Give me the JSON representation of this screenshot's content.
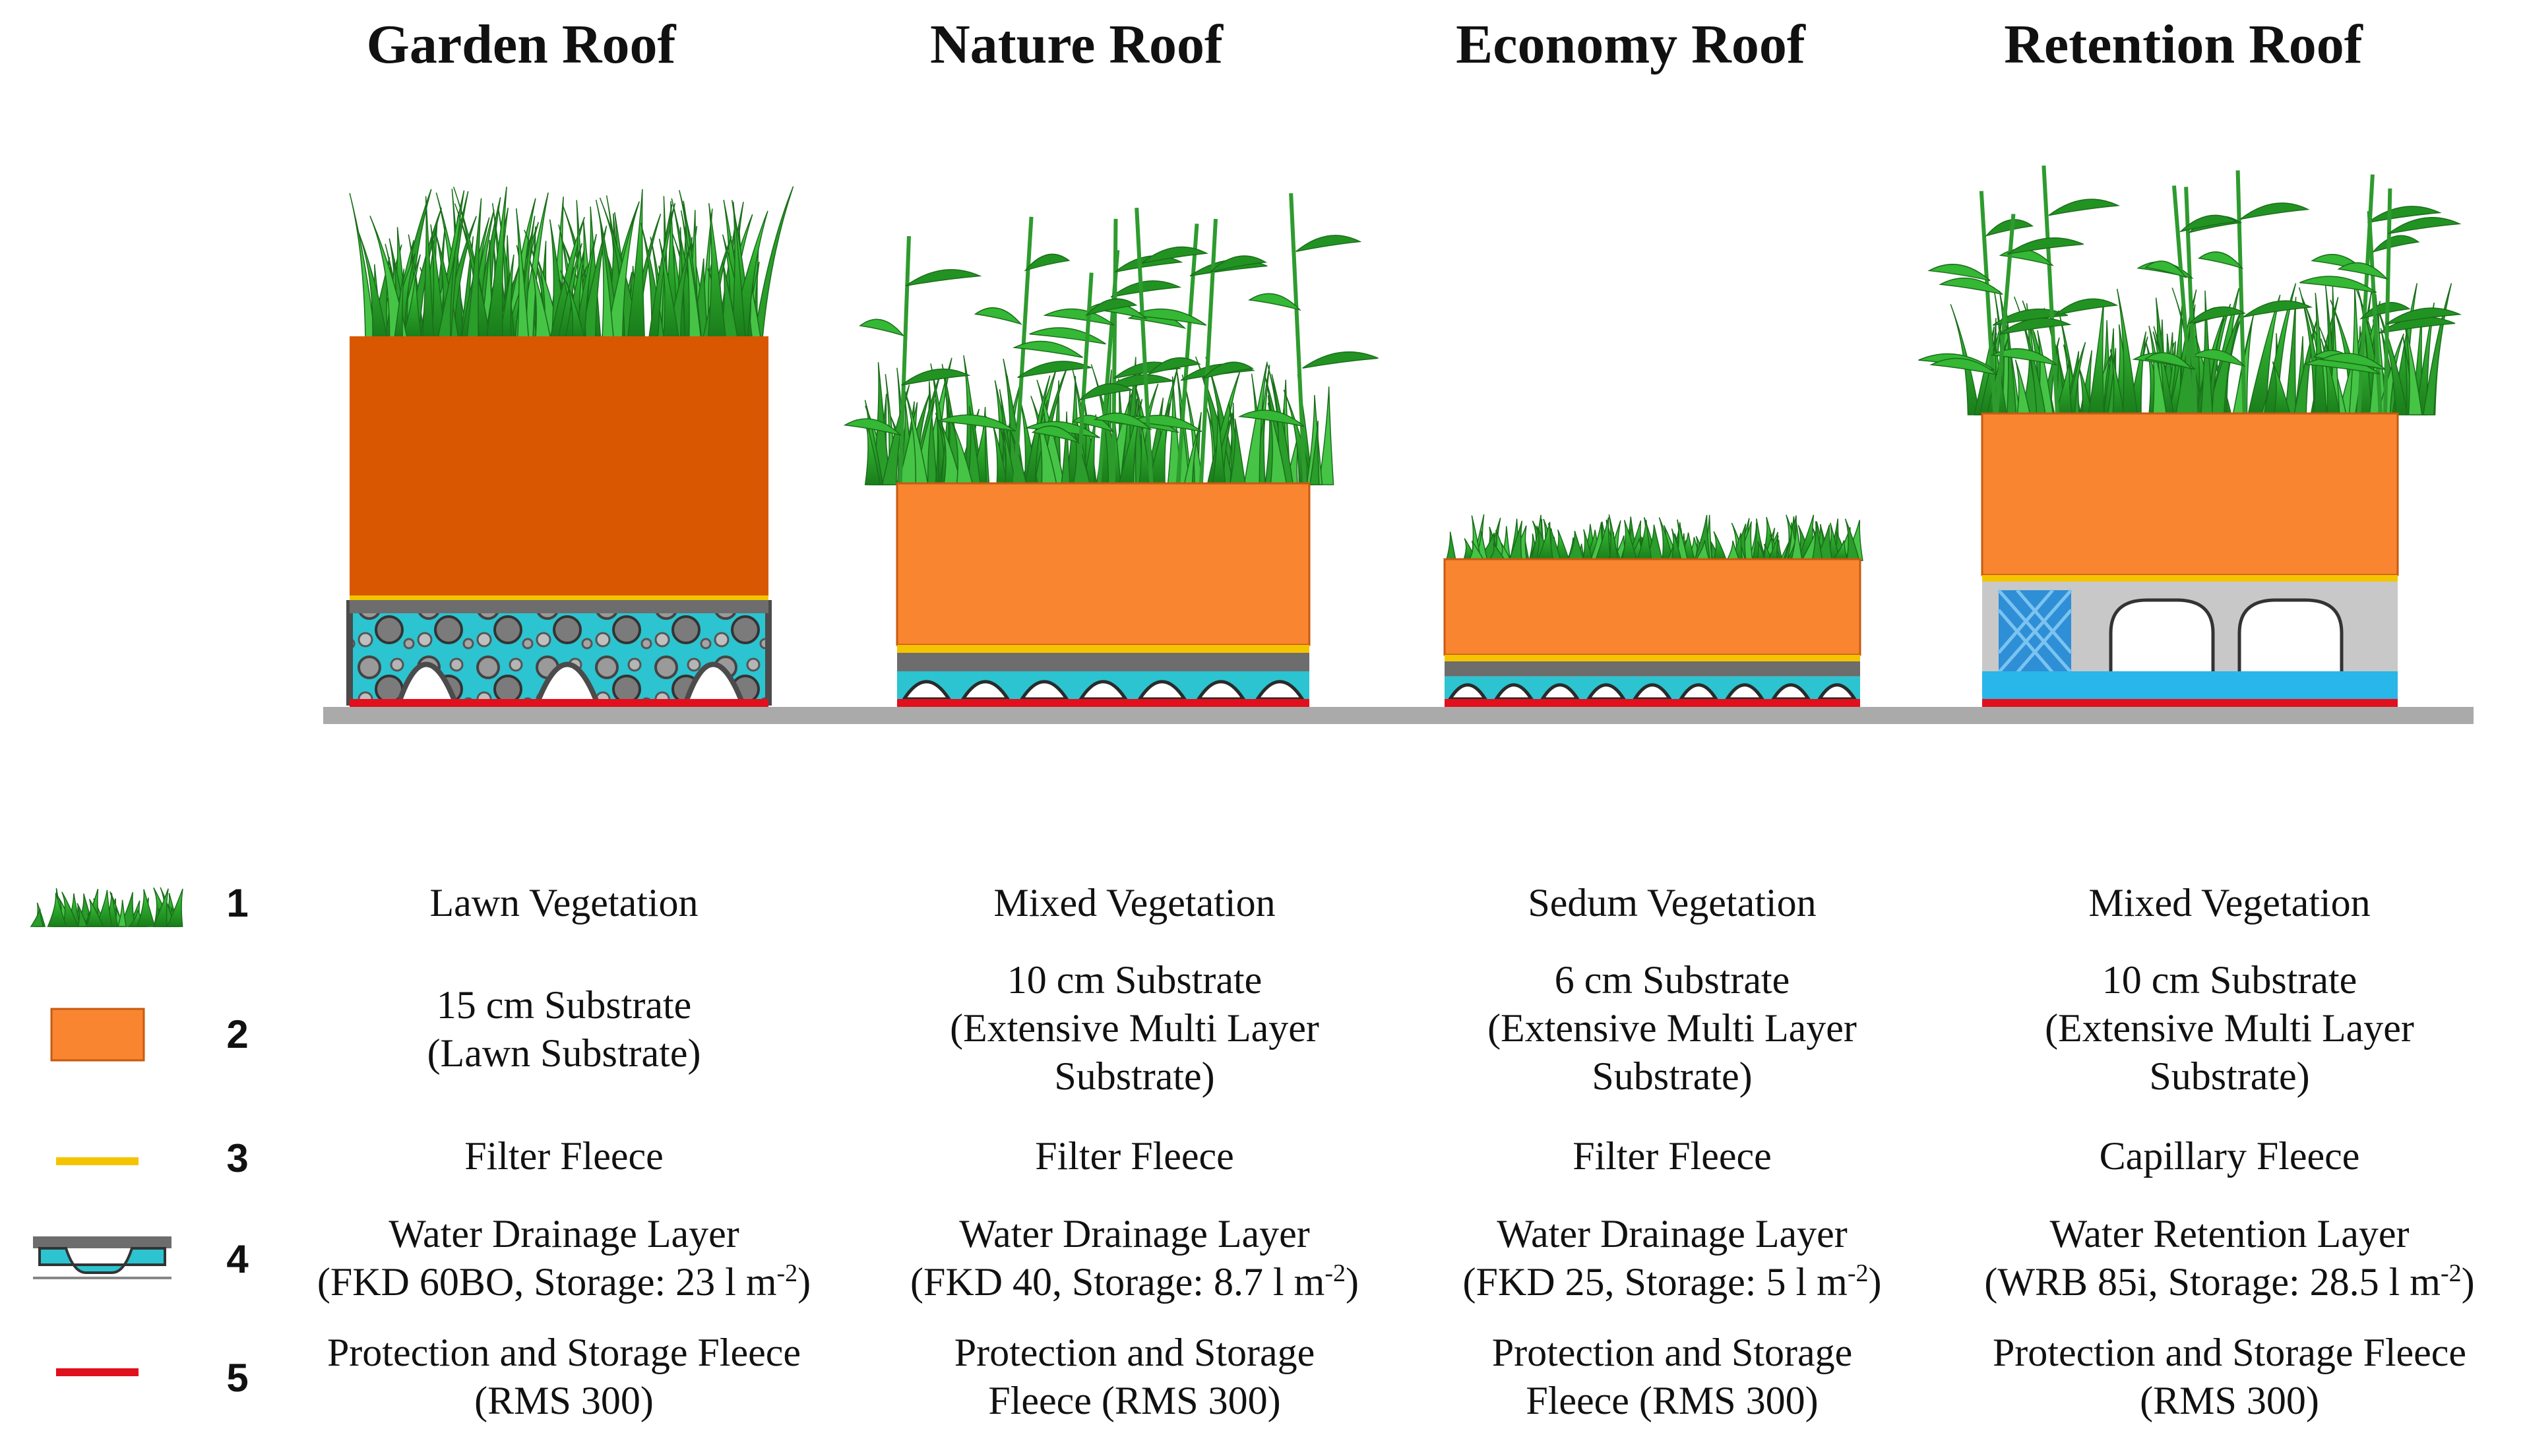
{
  "roofs": [
    {
      "title": "Garden Roof"
    },
    {
      "title": "Nature Roof"
    },
    {
      "title": "Economy Roof"
    },
    {
      "title": "Retention Roof"
    }
  ],
  "legend": {
    "numbers": [
      "1",
      "2",
      "3",
      "4",
      "5"
    ],
    "rows": [
      [
        "Lawn Vegetation",
        "Mixed Vegetation",
        "Sedum Vegetation",
        "Mixed Vegetation"
      ],
      [
        [
          "15 cm Substrate",
          "(Lawn Substrate)"
        ],
        [
          "10 cm Substrate",
          "(Extensive Multi Layer",
          "Substrate)"
        ],
        [
          "6 cm Substrate",
          "(Extensive Multi Layer",
          "Substrate)"
        ],
        [
          "10 cm Substrate",
          "(Extensive Multi Layer",
          "Substrate)"
        ]
      ],
      [
        "Filter Fleece",
        "Filter Fleece",
        "Filter Fleece",
        "Capillary Fleece"
      ],
      [
        [
          "Water Drainage Layer",
          "(FKD 60BO, Storage: 23 l m",
          ")"
        ],
        [
          "Water Drainage Layer",
          "(FKD 40, Storage: 8.7 l m",
          ")"
        ],
        [
          "Water Drainage Layer",
          "(FKD 25, Storage: 5 l m",
          ")"
        ],
        [
          "Water Retention Layer",
          "(WRB 85i, Storage: 28.5 l m",
          ")"
        ]
      ],
      [
        [
          "Protection and Storage Fleece",
          "(RMS 300)"
        ],
        [
          "Protection and Storage",
          "Fleece (RMS 300)"
        ],
        [
          "Protection and Storage",
          "Fleece (RMS 300)"
        ],
        [
          "Protection and Storage Fleece",
          "(RMS 300)"
        ]
      ]
    ],
    "unit_exponent": "-2"
  },
  "colors": {
    "grass_dark": "#1f8a1f",
    "grass_light": "#3fc03f",
    "substrate_dark": "#d95700",
    "substrate": "#f98531",
    "filter_fleece": "#f5c400",
    "drainage_grey": "#6d6d6d",
    "water": "#2bc4d0",
    "retention_water": "#29b6e8",
    "protection_fleece": "#e0101c",
    "base": "#aaaaaa"
  },
  "icons": [
    "vegetation-icon",
    "substrate-icon",
    "filter-fleece-icon",
    "drainage-layer-icon",
    "protection-fleece-icon"
  ]
}
